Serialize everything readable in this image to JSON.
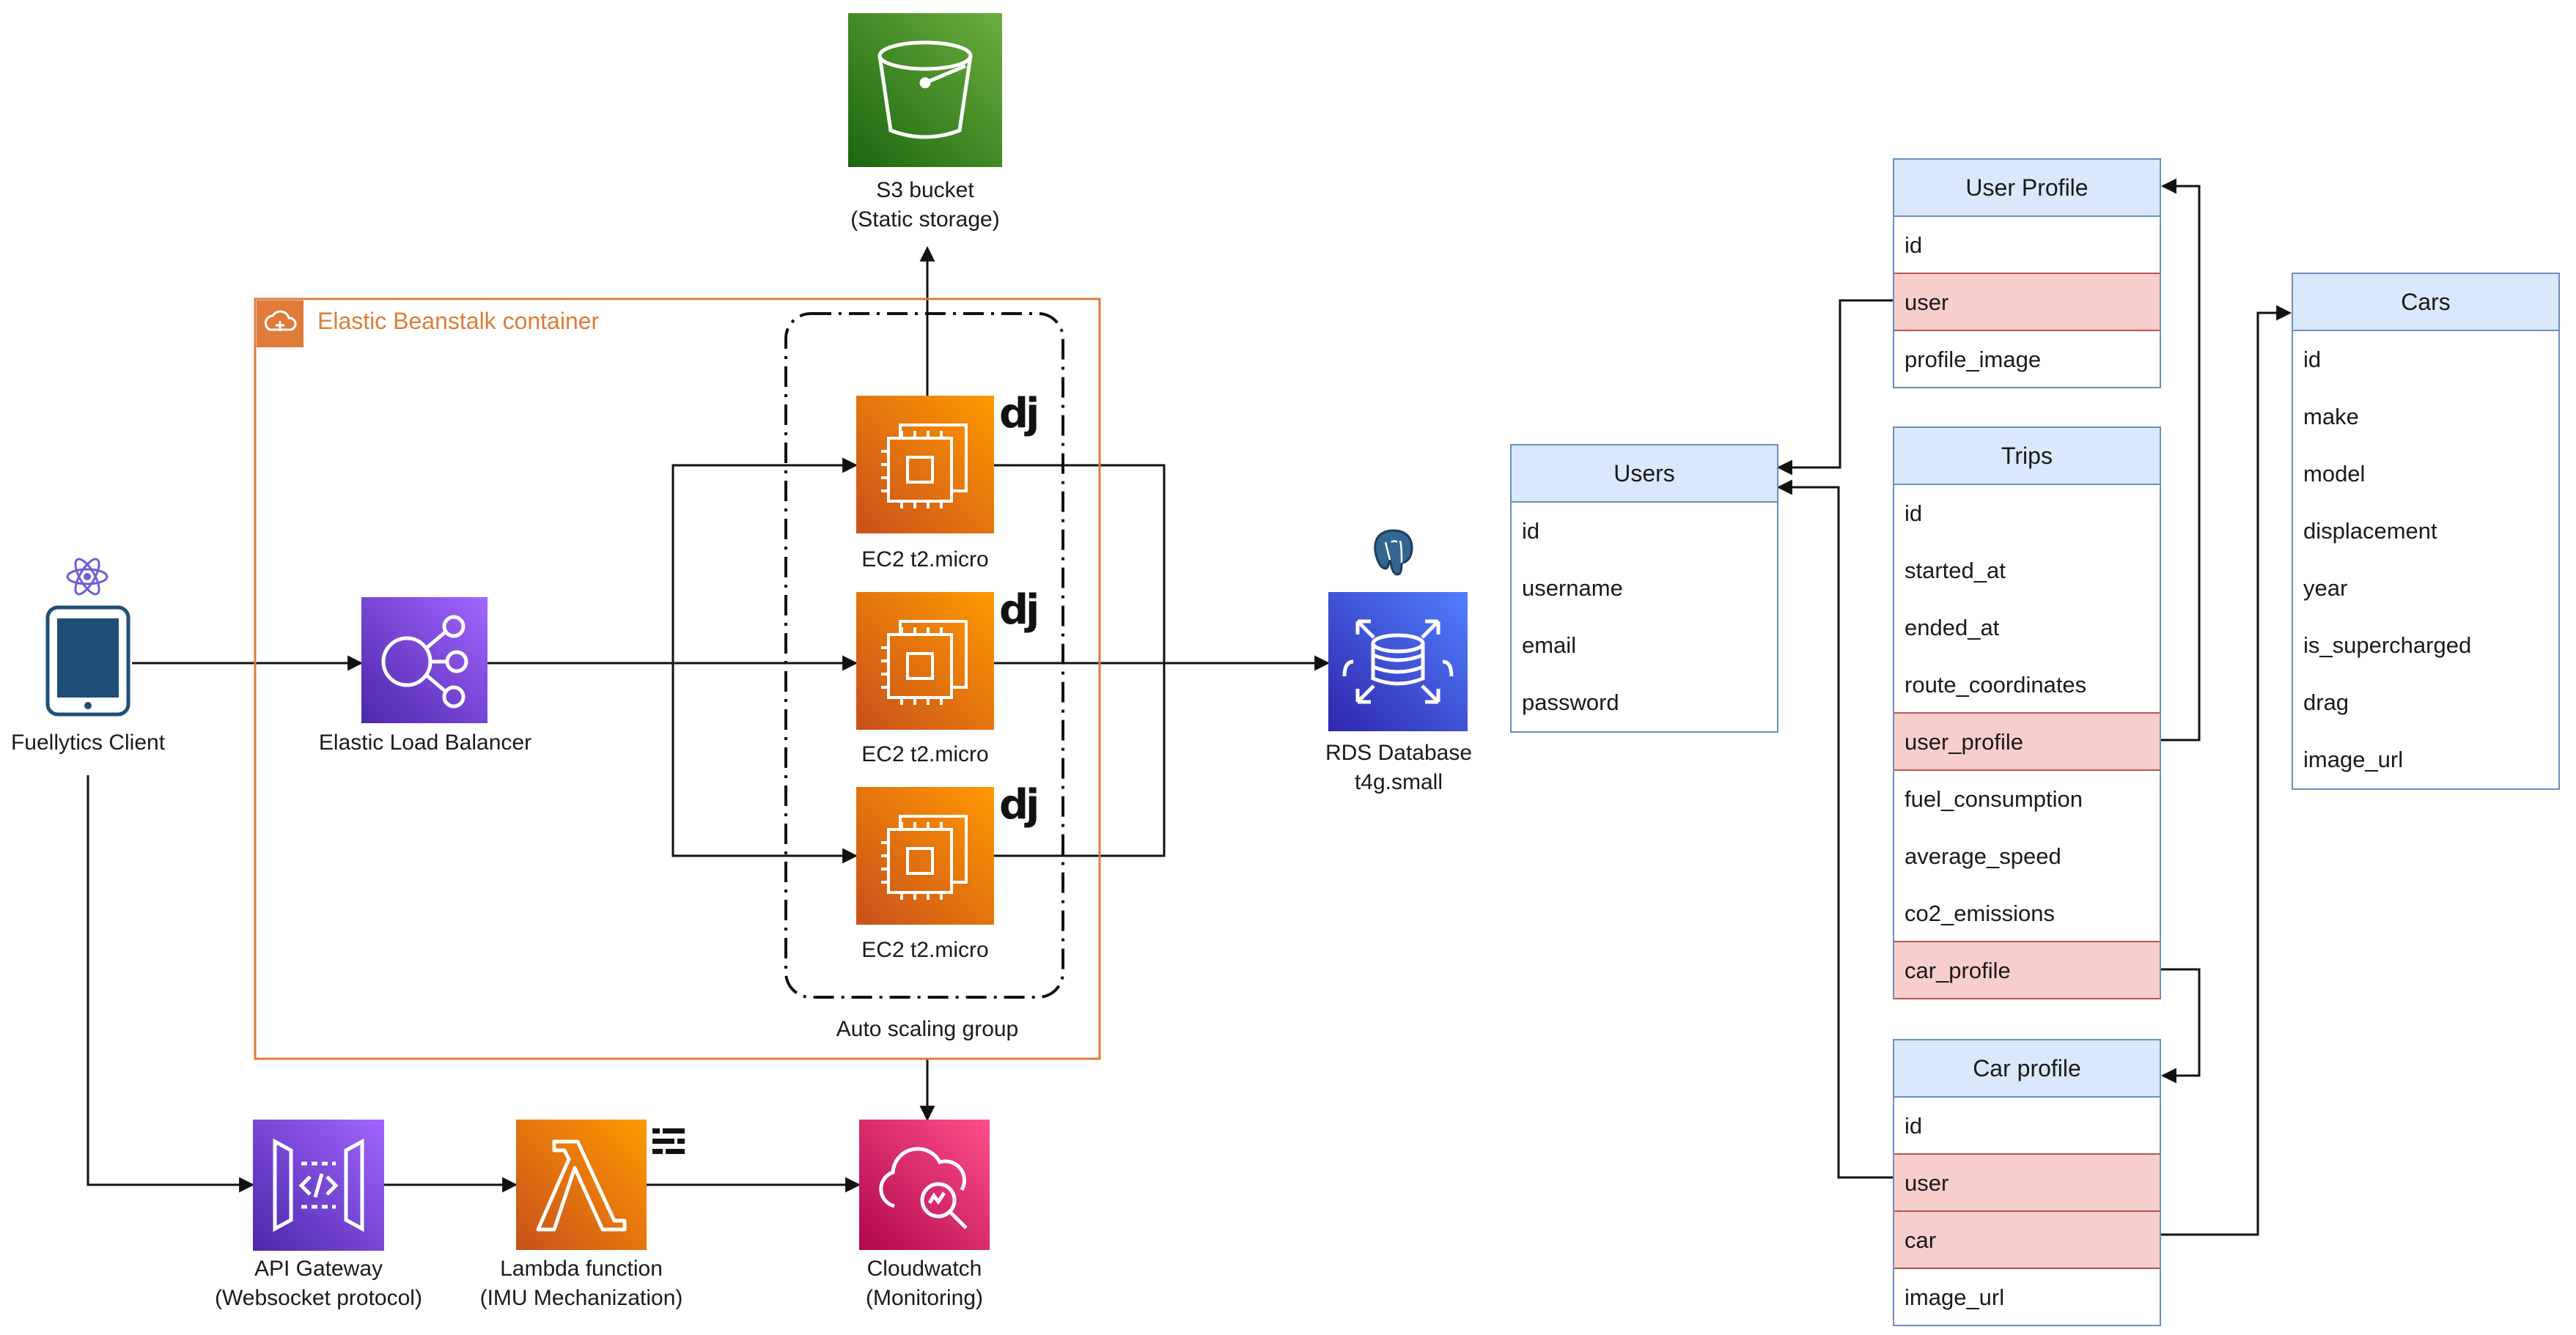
{
  "architecture": {
    "container_title": "Elastic Beanstalk container",
    "autoscaling_label": "Auto scaling group",
    "client_label": "Fuellytics Client",
    "elb_label": "Elastic Load Balancer",
    "s3_label_line1": "S3 bucket",
    "s3_label_line2": "(Static storage)",
    "ec2_instances": [
      {
        "label": "EC2 t2.micro",
        "badge": "dj"
      },
      {
        "label": "EC2 t2.micro",
        "badge": "dj"
      },
      {
        "label": "EC2 t2.micro",
        "badge": "dj"
      }
    ],
    "rds_label_line1": "RDS Database",
    "rds_label_line2": "t4g.small",
    "apigw_label_line1": "API Gateway",
    "apigw_label_line2": "(Websocket protocol)",
    "lambda_label_line1": "Lambda function",
    "lambda_label_line2": "(IMU Mechanization)",
    "cloudwatch_label_line1": "Cloudwatch",
    "cloudwatch_label_line2": "(Monitoring)"
  },
  "colors": {
    "container_border": "#e07b39",
    "s3": "#4f8a2f",
    "ec2": "#e2771f",
    "elb": "#8c4fff",
    "apigw": "#8c4fff",
    "lambda": "#e2771f",
    "rds": "#3b48cc",
    "cloudwatch": "#e7157b",
    "table_header": "#dae8fc",
    "table_border": "#6c8ebf",
    "fk_fill": "#f8cecc",
    "fk_border": "#b85450"
  },
  "icons": [
    "tablet-icon",
    "react-icon",
    "postgresql-icon",
    "django-icon",
    "serverless-icon",
    "beanstalk-icon"
  ],
  "tables": {
    "users": {
      "title": "Users",
      "fields": [
        "id",
        "username",
        "email",
        "password"
      ]
    },
    "user_profile": {
      "title": "User Profile",
      "fields": [
        "id",
        "user",
        "profile_image"
      ]
    },
    "trips": {
      "title": "Trips",
      "fields": [
        "id",
        "started_at",
        "ended_at",
        "route_coordinates",
        "user_profile",
        "fuel_consumption",
        "average_speed",
        "co2_emissions",
        "car_profile"
      ]
    },
    "car_profile": {
      "title": "Car profile",
      "fields": [
        "id",
        "user",
        "car",
        "image_url"
      ]
    },
    "cars": {
      "title": "Cars",
      "fields": [
        "id",
        "make",
        "model",
        "displacement",
        "year",
        "is_supercharged",
        "drag",
        "image_url"
      ]
    }
  }
}
